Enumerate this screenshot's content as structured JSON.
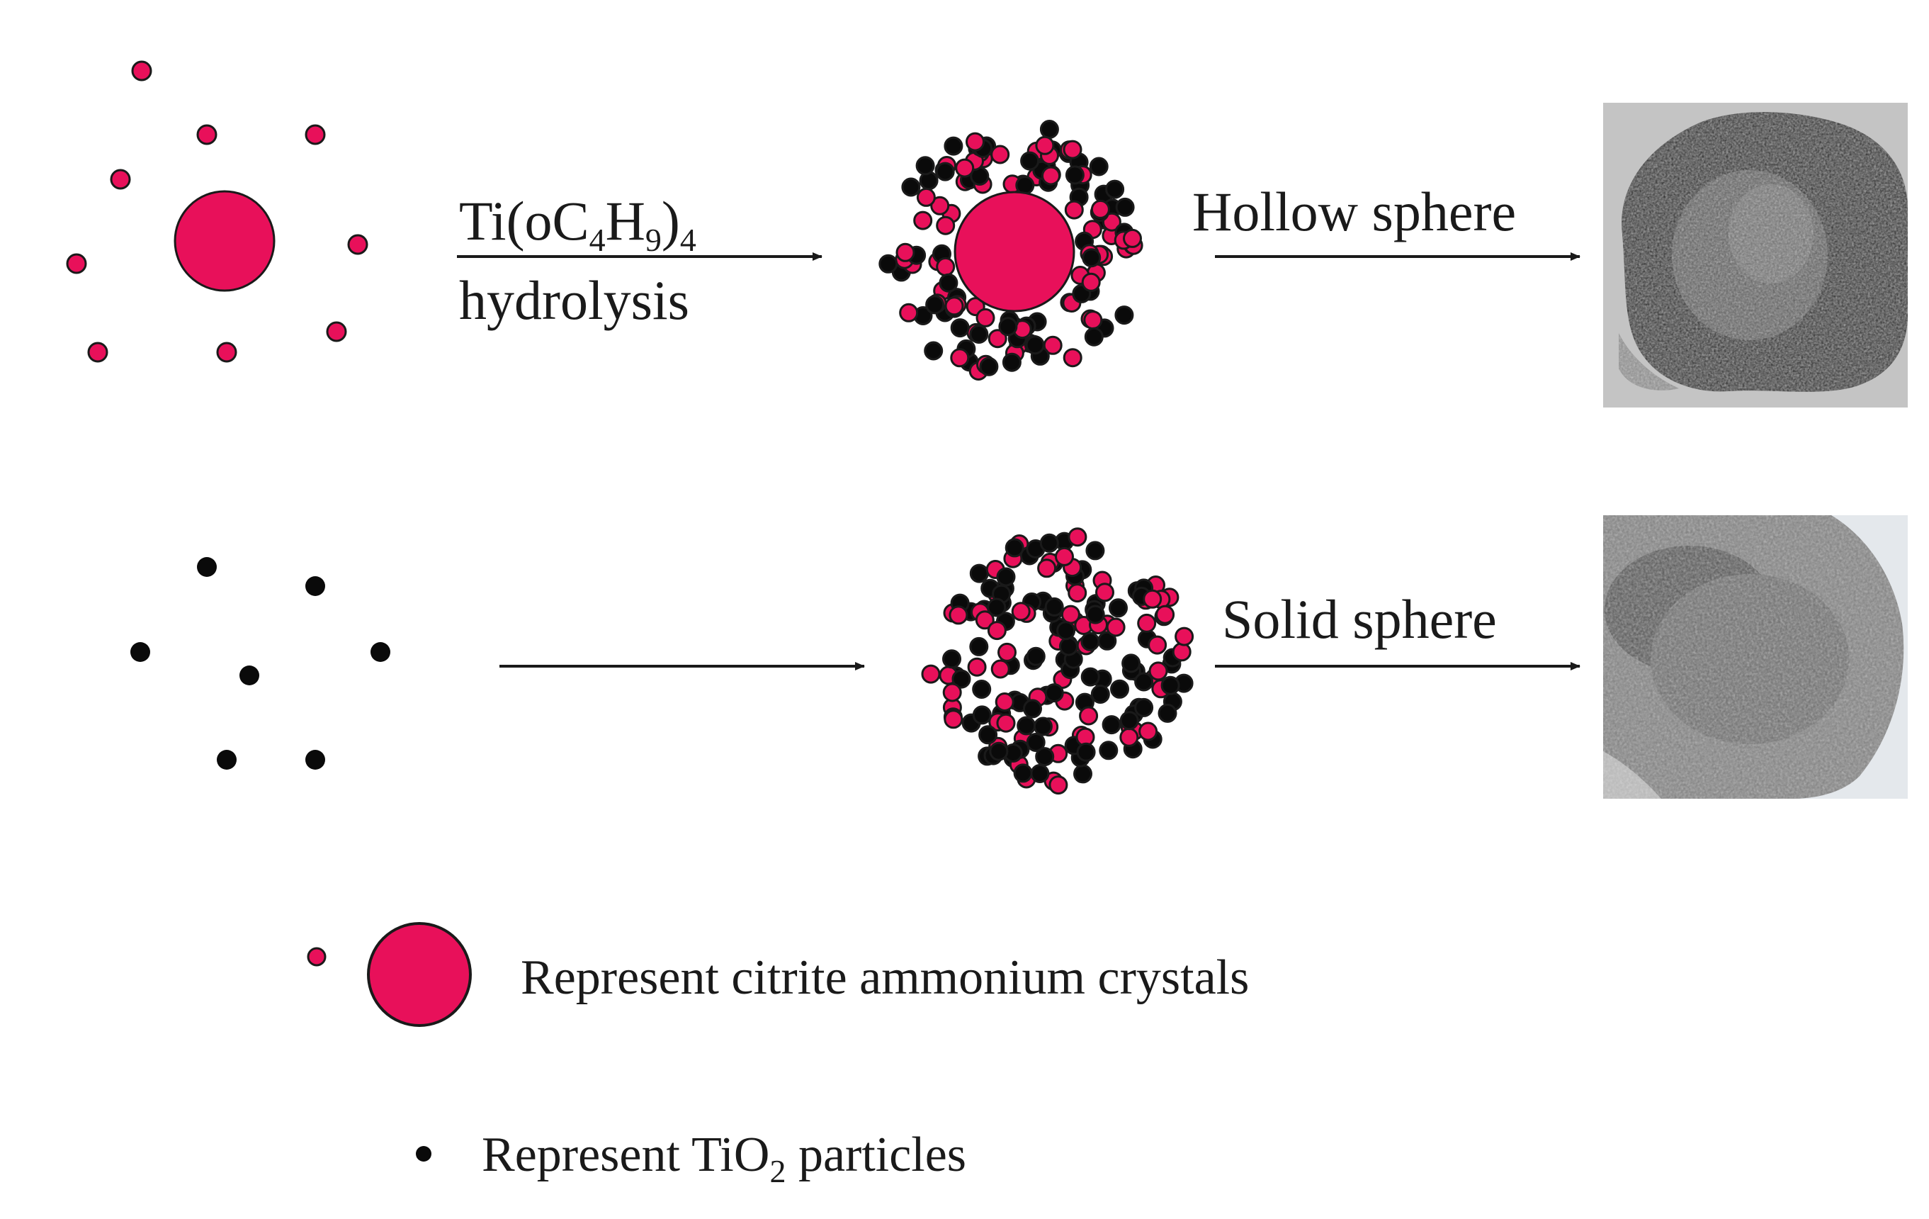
{
  "colors": {
    "citrate": "#e8105a",
    "tio2": "#0a0a0a",
    "outline": "#1a1a1a"
  },
  "top_row": {
    "reaction_formula": {
      "base": "Ti(oC",
      "sub1": "4",
      "mid": "H",
      "sub2": "9",
      "close": ")",
      "sub3": "4"
    },
    "reaction_step": "hydrolysis",
    "result_label": "Hollow sphere",
    "micrograph": "hollow-sphere-tem-image"
  },
  "bottom_row": {
    "result_label": "Solid sphere",
    "micrograph": "solid-sphere-tem-image"
  },
  "legend": {
    "citrate_text": "Represent citrite ammonium crystals",
    "tio2_text_a": "Represent TiO",
    "tio2_text_sub": "2",
    "tio2_text_b": " particles"
  }
}
